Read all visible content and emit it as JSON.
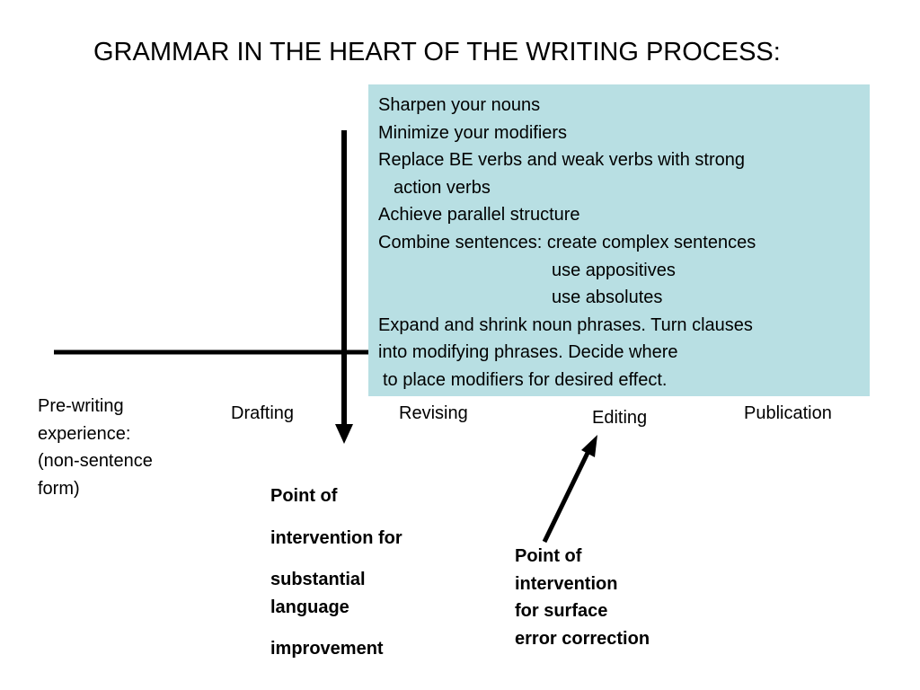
{
  "title": "GRAMMAR IN THE HEART OF THE WRITING PROCESS:",
  "strategies": {
    "lines": [
      "Sharpen your nouns",
      "Minimize your modifiers",
      "Replace BE verbs and weak verbs with strong",
      "action verbs",
      "Achieve parallel structure",
      "Combine sentences: create complex sentences",
      "use appositives",
      "use absolutes",
      "Expand and shrink noun phrases. Turn clauses",
      "into modifying phrases.  Decide where",
      "to place modifiers for desired effect."
    ],
    "background_color": "#b8dfe3"
  },
  "stages": {
    "prewriting": [
      "Pre-writing",
      "experience:",
      "(non-sentence",
      "form)"
    ],
    "drafting": "Drafting",
    "revising": "Revising",
    "editing": "Editing",
    "publication": "Publication"
  },
  "interventions": {
    "substantial": [
      "Point of",
      "intervention for",
      "substantial",
      "language",
      "improvement"
    ],
    "surface": [
      "Point of",
      "intervention",
      "for surface",
      "error correction"
    ]
  }
}
